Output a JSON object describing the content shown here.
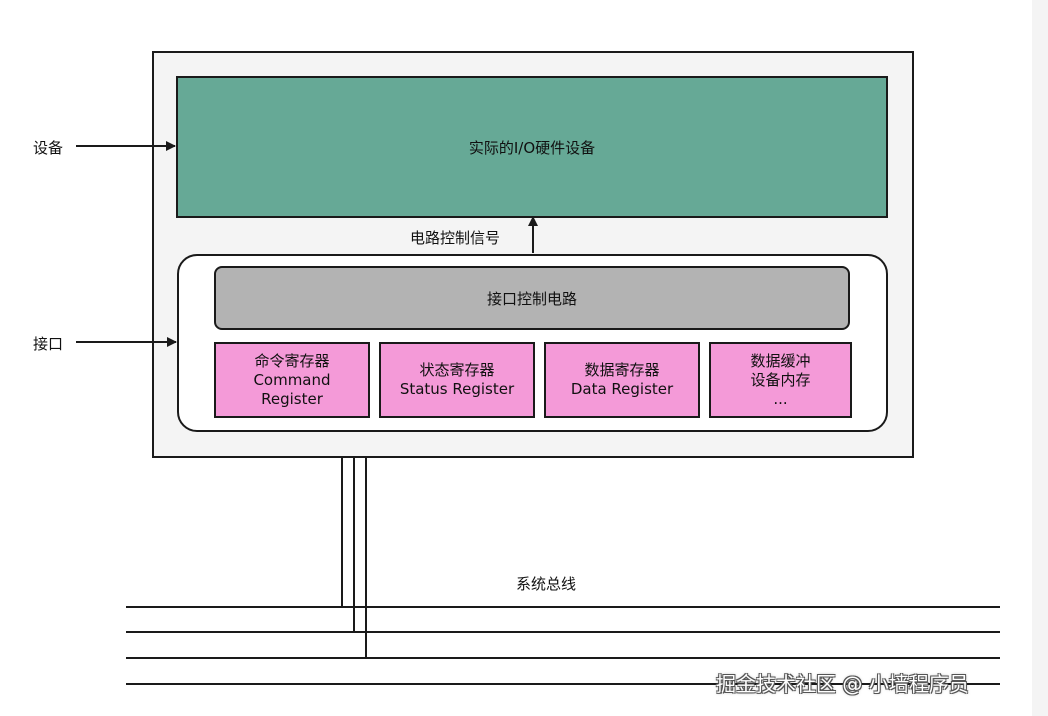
{
  "diagram": {
    "device_label": "设备",
    "interface_label": "接口",
    "device_box_text": "实际的I/O硬件设备",
    "signal_label": "电路控制信号",
    "control_circuit_text": "接口控制电路",
    "registers": [
      {
        "line1": "命令寄存器",
        "line2": "Command",
        "line3": "Register"
      },
      {
        "line1": "状态寄存器",
        "line2": "Status Register",
        "line3": ""
      },
      {
        "line1": "数据寄存器",
        "line2": "Data Register",
        "line3": ""
      },
      {
        "line1": "数据缓冲",
        "line2": "设备内存",
        "line3": "..."
      }
    ],
    "bus_label": "系统总线",
    "watermark": "掘金技术社区 @ 小墙程序员"
  },
  "colors": {
    "device_box": "#66a996",
    "control_circuit": "#b3b3b3",
    "register": "#f49ad8",
    "outer_box": "#f4f4f4",
    "stroke": "#1a1a1a"
  }
}
